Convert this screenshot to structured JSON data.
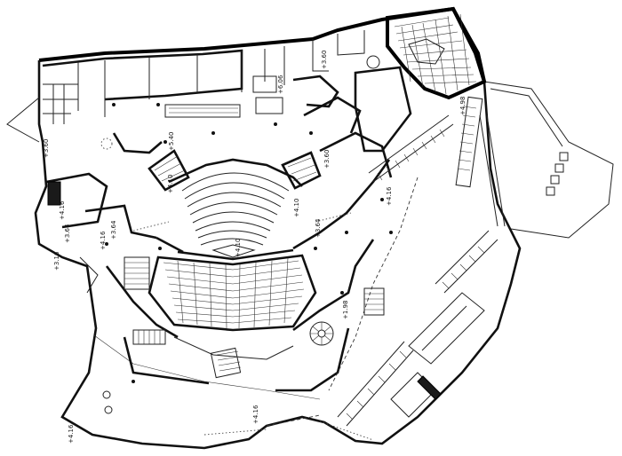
{
  "drawing": {
    "type": "architectural floor plan",
    "style": "black ink line drawing on white",
    "level_marks": [
      {
        "id": "lm1",
        "text": "+4.98"
      },
      {
        "id": "lm2",
        "text": "+3.60"
      },
      {
        "id": "lm3",
        "text": "+6.06"
      },
      {
        "id": "lm4",
        "text": "+3.60"
      },
      {
        "id": "lm5",
        "text": "+5.40"
      },
      {
        "id": "lm6",
        "text": "+4.10"
      },
      {
        "id": "lm7",
        "text": "+4.10"
      },
      {
        "id": "lm8",
        "text": "+3.60"
      },
      {
        "id": "lm9",
        "text": "+4.10"
      },
      {
        "id": "lm10",
        "text": "+3.64"
      },
      {
        "id": "lm11",
        "text": "+3.64"
      },
      {
        "id": "lm12",
        "text": "+3.64"
      },
      {
        "id": "lm13",
        "text": "+4.16"
      },
      {
        "id": "lm14",
        "text": "+4.16"
      },
      {
        "id": "lm15",
        "text": "+4.16"
      },
      {
        "id": "lm16",
        "text": "+3.16"
      },
      {
        "id": "lm17",
        "text": "+1.98"
      },
      {
        "id": "lm18",
        "text": "+4.16"
      },
      {
        "id": "lm19",
        "text": "+4.16"
      }
    ]
  }
}
